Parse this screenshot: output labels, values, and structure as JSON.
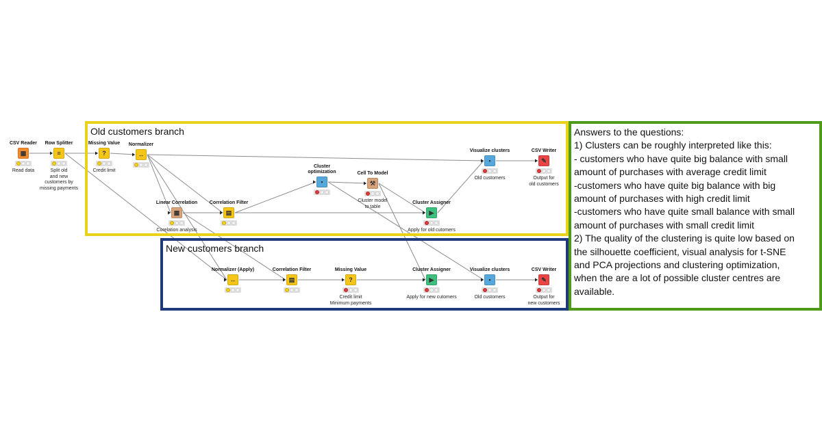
{
  "annotations": {
    "old_branch_title": "Old customers branch",
    "new_branch_title": "New customers branch",
    "answers": [
      "Answers to the questions:",
      "1) Clusters can be roughly interpreted like this:",
      "- customers who have quite big balance with small",
      "amount of purchases with average credit limit",
      "-customers who have quite big balance with big",
      "amount of purchases with high credit limit",
      "-customers who have quite small balance with small",
      "amount of purchases with small credit limit",
      "2) The quality of the clustering is quite low based on",
      "the silhouette coefficient, visual analysis for t-SNE",
      "and PCA projections and clustering optimization,",
      "when the are a lot of possible cluster centres are",
      "available."
    ]
  },
  "nodes": [
    {
      "id": "csv-reader",
      "name": "CSV Reader",
      "desc": [
        "Read data"
      ],
      "color": "#f28a2e",
      "glyph": "▦",
      "status": "yellow"
    },
    {
      "id": "row-splitter",
      "name": "Row Splitter",
      "desc": [
        "Split old",
        "and new",
        "customers by",
        "missing payments"
      ],
      "color": "#f5c518",
      "glyph": "≡",
      "status": "yellow"
    },
    {
      "id": "missing-value-old",
      "name": "Missing Value",
      "desc": [
        "Credit limit"
      ],
      "color": "#f5c518",
      "glyph": "?",
      "status": "yellow"
    },
    {
      "id": "normalizer",
      "name": "Normalizer",
      "desc": [],
      "color": "#f5c518",
      "glyph": "↔",
      "status": "yellow"
    },
    {
      "id": "linear-correlation",
      "name": "Linear Correlation",
      "desc": [
        "Corelation analysis"
      ],
      "color": "#d8a27a",
      "glyph": "▦",
      "status": "yellow"
    },
    {
      "id": "correlation-filter-old",
      "name": "Correlation Filter",
      "desc": [],
      "color": "#f5c518",
      "glyph": "▤",
      "status": "yellow"
    },
    {
      "id": "cluster-optimization",
      "name": "Cluster optimization",
      "desc": [],
      "color": "#56a8dc",
      "glyph": "▪",
      "status": "red"
    },
    {
      "id": "cell-to-model",
      "name": "Cell To Model",
      "desc": [
        "Cluster model",
        "to table"
      ],
      "color": "#d8a27a",
      "glyph": "⚒",
      "status": "red"
    },
    {
      "id": "cluster-assigner-old",
      "name": "Cluster Assigner",
      "desc": [
        "Apply for old cutomers"
      ],
      "color": "#3fbf7f",
      "glyph": "▶",
      "status": "red"
    },
    {
      "id": "visualize-clusters-old",
      "name": "Visualize clusters",
      "desc": [
        "Old customers"
      ],
      "color": "#56a8dc",
      "glyph": "▪",
      "status": "red"
    },
    {
      "id": "csv-writer-old",
      "name": "CSV Writer",
      "desc": [
        "Output for",
        "old customers"
      ],
      "color": "#e84545",
      "glyph": "✎",
      "status": "red"
    },
    {
      "id": "normalizer-apply",
      "name": "Normalizer (Apply)",
      "desc": [],
      "color": "#f5c518",
      "glyph": "↔",
      "status": "yellow"
    },
    {
      "id": "correlation-filter-new",
      "name": "Correlation Filter",
      "desc": [],
      "color": "#f5c518",
      "glyph": "▤",
      "status": "yellow"
    },
    {
      "id": "missing-value-new",
      "name": "Missing Value",
      "desc": [
        "Credit limit",
        "Minimum payments"
      ],
      "color": "#f5c518",
      "glyph": "?",
      "status": "red"
    },
    {
      "id": "cluster-assigner-new",
      "name": "Cluster Assigner",
      "desc": [
        "Apply for new cutomers"
      ],
      "color": "#3fbf7f",
      "glyph": "▶",
      "status": "red"
    },
    {
      "id": "visualize-clusters-new",
      "name": "Visualize clusters",
      "desc": [
        "Old customers"
      ],
      "color": "#56a8dc",
      "glyph": "▪",
      "status": "red"
    },
    {
      "id": "csv-writer-new",
      "name": "CSV Writer",
      "desc": [
        "Output for",
        "new customers"
      ],
      "color": "#e84545",
      "glyph": "✎",
      "status": "red"
    }
  ],
  "edges": [
    [
      "csv-reader",
      "row-splitter"
    ],
    [
      "row-splitter",
      "missing-value-old"
    ],
    [
      "row-splitter",
      "normalizer-apply"
    ],
    [
      "missing-value-old",
      "normalizer"
    ],
    [
      "normalizer",
      "linear-correlation"
    ],
    [
      "normalizer",
      "correlation-filter-old"
    ],
    [
      "normalizer",
      "normalizer-apply"
    ],
    [
      "normalizer",
      "visualize-clusters-old"
    ],
    [
      "linear-correlation",
      "correlation-filter-old"
    ],
    [
      "linear-correlation",
      "correlation-filter-new"
    ],
    [
      "correlation-filter-old",
      "cluster-optimization"
    ],
    [
      "correlation-filter-old",
      "cluster-assigner-old"
    ],
    [
      "cluster-optimization",
      "cell-to-model"
    ],
    [
      "cell-to-model",
      "cluster-assigner-old"
    ],
    [
      "cell-to-model",
      "cluster-assigner-new"
    ],
    [
      "cluster-assigner-old",
      "visualize-clusters-old"
    ],
    [
      "cluster-optimization",
      "visualize-clusters-new"
    ],
    [
      "visualize-clusters-old",
      "csv-writer-old"
    ],
    [
      "normalizer-apply",
      "correlation-filter-new"
    ],
    [
      "correlation-filter-new",
      "missing-value-new"
    ],
    [
      "missing-value-new",
      "cluster-assigner-new"
    ],
    [
      "cluster-assigner-new",
      "visualize-clusters-new"
    ],
    [
      "visualize-clusters-new",
      "csv-writer-new"
    ]
  ],
  "status_colors": {
    "yellow": "#f2d21b",
    "red": "#e03a3a",
    "empty": "#f4f4f4"
  }
}
